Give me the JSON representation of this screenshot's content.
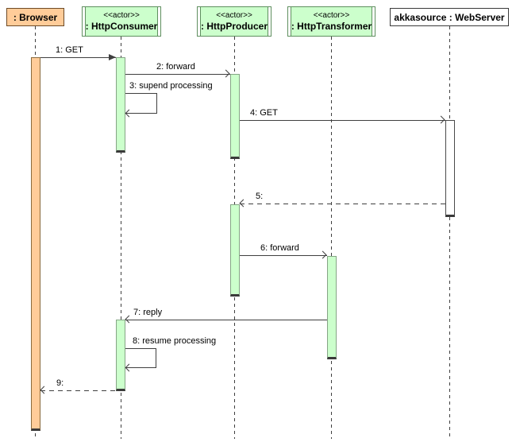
{
  "diagram": {
    "type": "uml-sequence-diagram",
    "participants": [
      {
        "name": ": Browser",
        "fill": "#ffcc99"
      },
      {
        "stereotype": "<<actor>>",
        "name": ": HttpConsumer",
        "fill": "#ccffcc"
      },
      {
        "stereotype": "<<actor>>",
        "name": ": HttpProducer",
        "fill": "#ccffcc"
      },
      {
        "stereotype": "<<actor>>",
        "name": ": HttpTransformer",
        "fill": "#ccffcc"
      },
      {
        "name": "akkasource : WebServer",
        "fill": "#ffffff"
      }
    ],
    "messages": [
      {
        "label": "1: GET",
        "from": ": Browser",
        "to": ": HttpConsumer",
        "line": "solid",
        "arrow": "filled"
      },
      {
        "label": "2: forward",
        "from": ": HttpConsumer",
        "to": ": HttpProducer",
        "line": "solid",
        "arrow": "open"
      },
      {
        "label": "3: supend processing",
        "from": ": HttpConsumer",
        "to": ": HttpConsumer",
        "line": "solid",
        "arrow": "open",
        "self_message": true
      },
      {
        "label": "4: GET",
        "from": ": HttpProducer",
        "to": "akkasource : WebServer",
        "line": "solid",
        "arrow": "open"
      },
      {
        "label": "5:",
        "from": "akkasource : WebServer",
        "to": ": HttpProducer",
        "line": "dashed",
        "arrow": "open"
      },
      {
        "label": "6: forward",
        "from": ": HttpProducer",
        "to": ": HttpTransformer",
        "line": "solid",
        "arrow": "open"
      },
      {
        "label": "7: reply",
        "from": ": HttpTransformer",
        "to": ": HttpConsumer",
        "line": "solid",
        "arrow": "open"
      },
      {
        "label": "8: resume processing",
        "from": ": HttpConsumer",
        "to": ": HttpConsumer",
        "line": "solid",
        "arrow": "open",
        "self_message": true
      },
      {
        "label": "9:",
        "from": ": HttpConsumer",
        "to": ": Browser",
        "line": "dashed",
        "arrow": "open"
      }
    ],
    "colors": {
      "browser_fill": "#ffcc99",
      "actor_fill": "#ccffcc",
      "webserver_fill": "#ffffff",
      "actor_border": "#5f8f5f",
      "line_color": "#3f3f3f",
      "background": "#ffffff"
    }
  }
}
